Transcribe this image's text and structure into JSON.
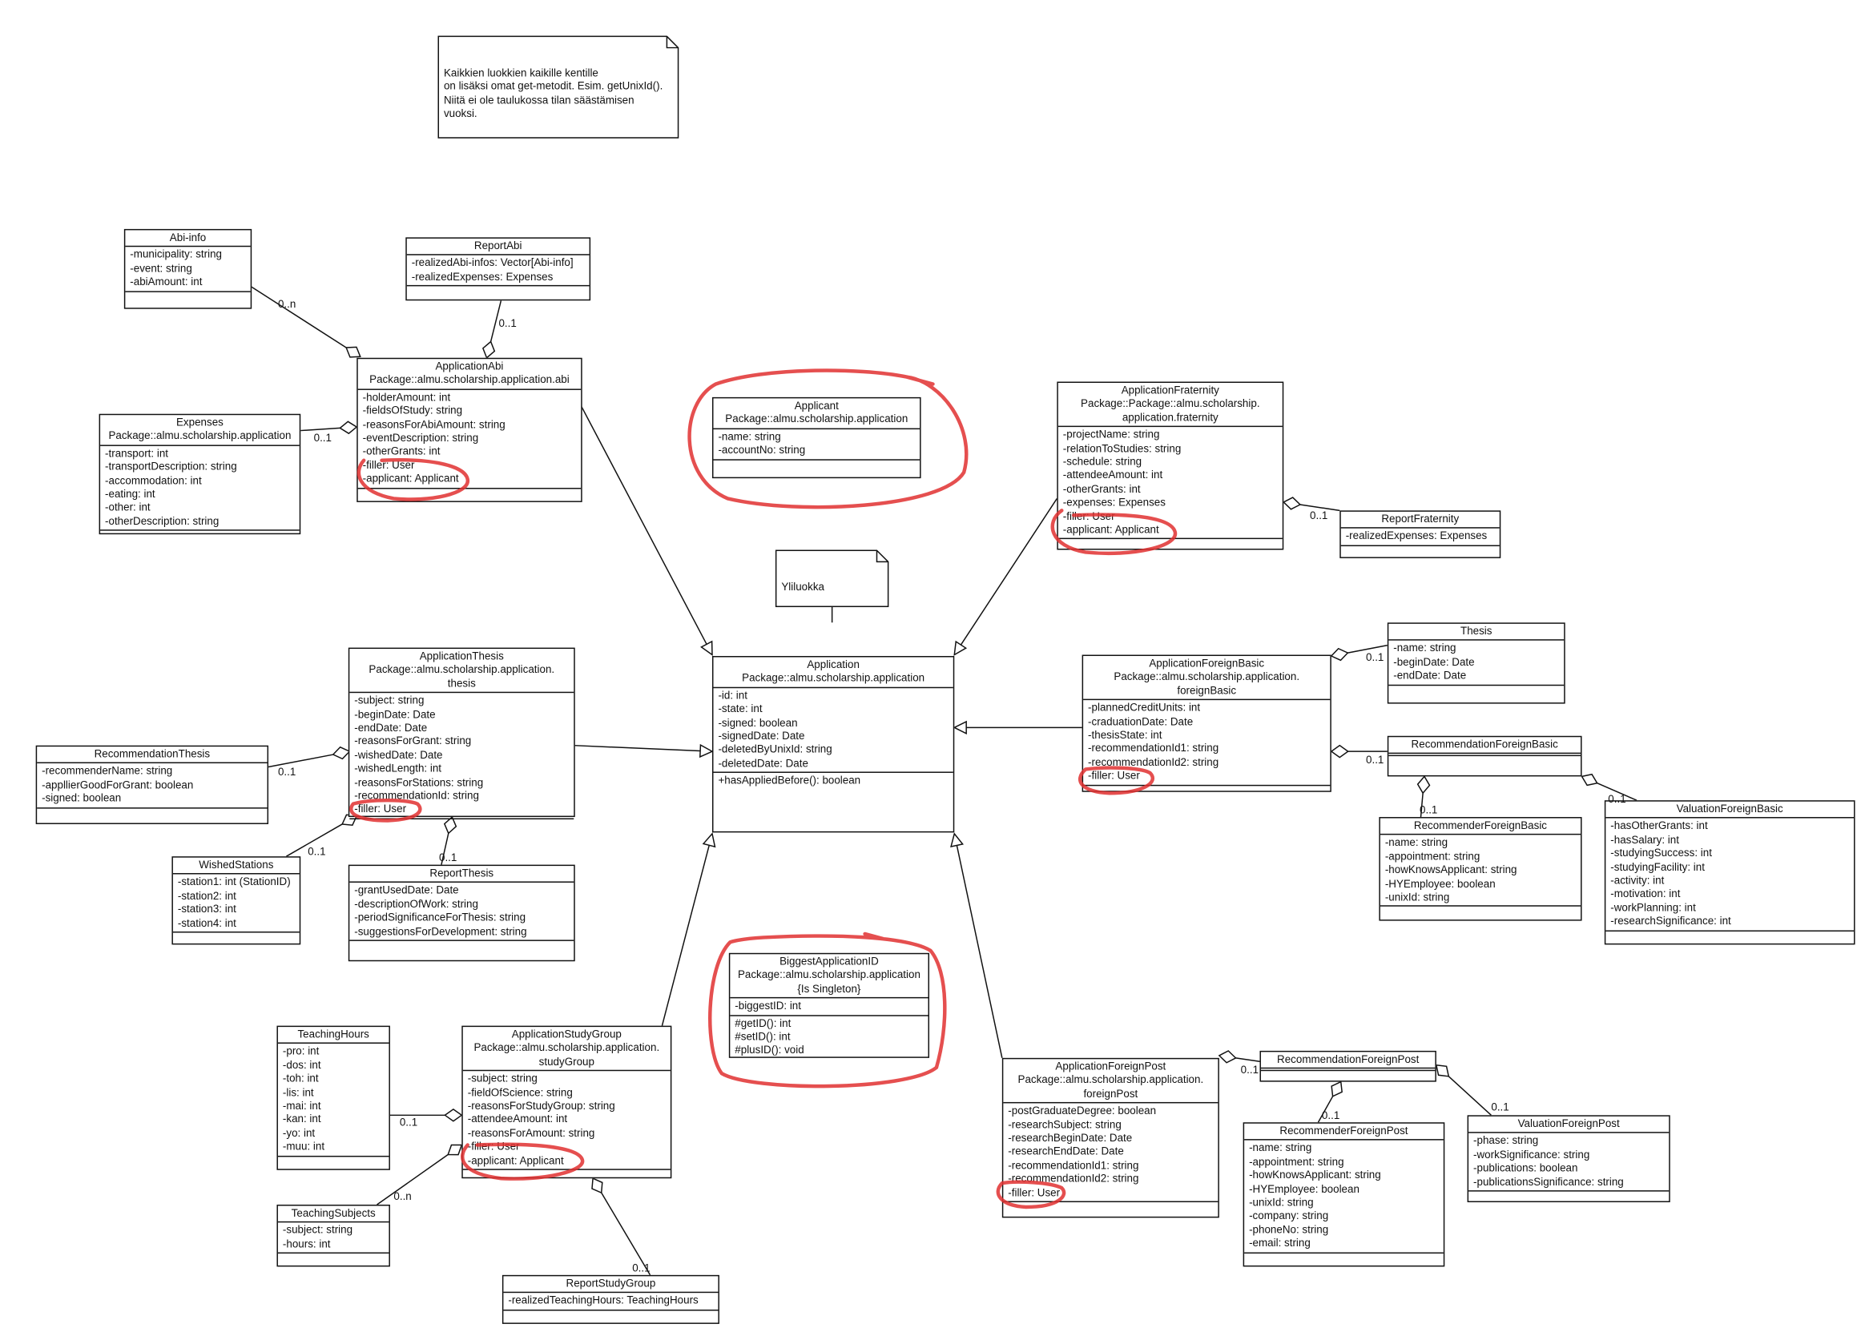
{
  "notes": {
    "main": "Kaikkien luokkien kaikille kentille\non lisäksi omat get-metodit. Esim. getUnixId().\nNiitä ei ole taulukossa tilan säästämisen\nvuoksi.",
    "superclass": "Yliluokka"
  },
  "classes": [
    {
      "id": "abi-info",
      "name": "Abi-info",
      "package": [],
      "attributes": [
        "-municipality: string",
        "-event: string",
        "-abiAmount: int"
      ],
      "methods": []
    },
    {
      "id": "report-abi",
      "name": "ReportAbi",
      "package": [],
      "attributes": [
        "-realizedAbi-infos: Vector[Abi-info]",
        "-realizedExpenses: Expenses"
      ],
      "methods": []
    },
    {
      "id": "application-abi",
      "name": "ApplicationAbi",
      "package": [
        "Package::almu.scholarship.application.abi"
      ],
      "attributes": [
        "-holderAmount: int",
        "-fieldsOfStudy: string",
        "-reasonsForAbiAmount: string",
        "-eventDescription: string",
        "-otherGrants: int",
        "-filler: User",
        "-applicant: Applicant"
      ],
      "methods": []
    },
    {
      "id": "expenses",
      "name": "Expenses",
      "package": [
        "Package::almu.scholarship.application"
      ],
      "attributes": [
        "-transport: int",
        "-transportDescription: string",
        "-accommodation: int",
        "-eating: int",
        "-other: int",
        "-otherDescription: string"
      ],
      "methods": []
    },
    {
      "id": "applicant",
      "name": "Applicant",
      "package": [
        "Package::almu.scholarship.application"
      ],
      "attributes": [
        "-name: string",
        "-accountNo: string"
      ],
      "methods": []
    },
    {
      "id": "application-fraternity",
      "name": "ApplicationFraternity",
      "package": [
        "Package::Package::almu.scholarship.",
        "application.fraternity"
      ],
      "attributes": [
        "-projectName: string",
        "-relationToStudies: string",
        "-schedule: string",
        "-attendeeAmount: int",
        "-otherGrants: int",
        "-expenses: Expenses",
        "-filler: User",
        "-applicant: Applicant"
      ],
      "methods": []
    },
    {
      "id": "report-fraternity",
      "name": "ReportFraternity",
      "package": [],
      "attributes": [
        "-realizedExpenses: Expenses"
      ],
      "methods": []
    },
    {
      "id": "application",
      "name": "Application",
      "package": [
        "Package::almu.scholarship.application"
      ],
      "attributes": [
        "-id: int",
        "-state: int",
        "-signed: boolean",
        "-signedDate: Date",
        "-deletedByUnixId: string",
        "-deletedDate: Date"
      ],
      "methods": [
        "+hasAppliedBefore(): boolean"
      ]
    },
    {
      "id": "application-thesis",
      "name": "ApplicationThesis",
      "package": [
        "Package::almu.scholarship.application.",
        "thesis"
      ],
      "attributes": [
        "-subject: string",
        "-beginDate: Date",
        "-endDate: Date",
        "-reasonsForGrant: string",
        "-wishedDate: Date",
        "-wishedLength: int",
        "-reasonsForStations: string",
        "-recommendationId: string",
        "-filler: User"
      ],
      "methods": []
    },
    {
      "id": "recommendation-thesis",
      "name": "RecommendationThesis",
      "package": [],
      "attributes": [
        "-recommenderName: string",
        "-appllierGoodForGrant: boolean",
        "-signed: boolean"
      ],
      "methods": []
    },
    {
      "id": "wished-stations",
      "name": "WishedStations",
      "package": [],
      "attributes": [
        "-station1: int (StationID)",
        "-station2: int",
        "-station3: int",
        "-station4: int"
      ],
      "methods": []
    },
    {
      "id": "report-thesis",
      "name": "ReportThesis",
      "package": [],
      "attributes": [
        "-grantUsedDate: Date",
        "-descriptionOfWork: string",
        "-periodSignificanceForThesis: string",
        "-suggestionsForDevelopment: string"
      ],
      "methods": []
    },
    {
      "id": "application-foreign-basic",
      "name": "ApplicationForeignBasic",
      "package": [
        "Package::almu.scholarship.application.",
        "foreignBasic"
      ],
      "attributes": [
        "-plannedCreditUnits: int",
        "-craduationDate: Date",
        "-thesisState: int",
        "-recommendationId1: string",
        "-recommendationId2: string",
        "-filler: User"
      ],
      "methods": []
    },
    {
      "id": "thesis",
      "name": "Thesis",
      "package": [],
      "attributes": [
        "-name: string",
        "-beginDate: Date",
        "-endDate: Date"
      ],
      "methods": []
    },
    {
      "id": "recommendation-foreign-basic",
      "name": "RecommendationForeignBasic",
      "package": [],
      "attributes": [],
      "methods": []
    },
    {
      "id": "recommender-foreign-basic",
      "name": "RecommenderForeignBasic",
      "package": [],
      "attributes": [
        "-name: string",
        "-appointment: string",
        "-howKnowsApplicant: string",
        "-HYEmployee: boolean",
        "-unixId: string"
      ],
      "methods": []
    },
    {
      "id": "valuation-foreign-basic",
      "name": "ValuationForeignBasic",
      "package": [],
      "attributes": [
        "-hasOtherGrants: int",
        "-hasSalary: int",
        "-studyingSuccess: int",
        "-studyingFacility: int",
        "-activity: int",
        "-motivation: int",
        "-workPlanning: int",
        "-researchSignificance: int"
      ],
      "methods": []
    },
    {
      "id": "biggest-application-id",
      "name": "BiggestApplicationID",
      "package": [
        "Package::almu.scholarship.application",
        "{Is Singleton}"
      ],
      "attributes": [
        "-biggestID: int"
      ],
      "methods": [
        "#getID(): int",
        "#setID(): int",
        "#plusID(): void"
      ]
    },
    {
      "id": "teaching-hours",
      "name": "TeachingHours",
      "package": [],
      "attributes": [
        "-pro: int",
        "-dos: int",
        "-toh: int",
        "-lis: int",
        "-mai: int",
        "-kan: int",
        "-yo: int",
        "-muu: int"
      ],
      "methods": []
    },
    {
      "id": "application-study-group",
      "name": "ApplicationStudyGroup",
      "package": [
        "Package::almu.scholarship.application.",
        "studyGroup"
      ],
      "attributes": [
        "-subject: string",
        "-fieldOfScience: string",
        "-reasonsForStudyGroup: string",
        "-attendeeAmount: int",
        "-reasonsForAmount: string",
        "-filler: User",
        "-applicant: Applicant"
      ],
      "methods": []
    },
    {
      "id": "teaching-subjects",
      "name": "TeachingSubjects",
      "package": [],
      "attributes": [
        "-subject: string",
        "-hours: int"
      ],
      "methods": []
    },
    {
      "id": "report-study-group",
      "name": "ReportStudyGroup",
      "package": [],
      "attributes": [
        "-realizedTeachingHours: TeachingHours"
      ],
      "methods": []
    },
    {
      "id": "application-foreign-post",
      "name": "ApplicationForeignPost",
      "package": [
        "Package::almu.scholarship.application.",
        "foreignPost"
      ],
      "attributes": [
        "-postGraduateDegree: boolean",
        "-researchSubject: string",
        "-researchBeginDate: Date",
        "-researchEndDate: Date",
        "-recommendationId1: string",
        "-recommendationId2: string",
        "-filler: User"
      ],
      "methods": []
    },
    {
      "id": "recommendation-foreign-post",
      "name": "RecommendationForeignPost",
      "package": [],
      "attributes": [],
      "methods": []
    },
    {
      "id": "recommender-foreign-post",
      "name": "RecommenderForeignPost",
      "package": [],
      "attributes": [
        "-name: string",
        "-appointment: string",
        "-howKnowsApplicant: string",
        "-HYEmployee: boolean",
        "-unixId: string",
        "-company: string",
        "-phoneNo: string",
        "-email: string"
      ],
      "methods": []
    },
    {
      "id": "valuation-foreign-post",
      "name": "ValuationForeignPost",
      "package": [],
      "attributes": [
        "-phase: string",
        "-workSignificance: string",
        "-publications: boolean",
        "-publicationsSignificance: string"
      ],
      "methods": []
    }
  ],
  "multiplicities": [
    "0..n",
    "0..1",
    "0..1",
    "0..1",
    "0..1",
    "0..1",
    "0..1",
    "0..1",
    "0..1",
    "0..1",
    "0..1",
    "0..1",
    "0..n",
    "0..1",
    "0..1",
    "0..1",
    "0..1"
  ],
  "colors": {
    "line": "#111111",
    "highlight": "#e03030"
  }
}
